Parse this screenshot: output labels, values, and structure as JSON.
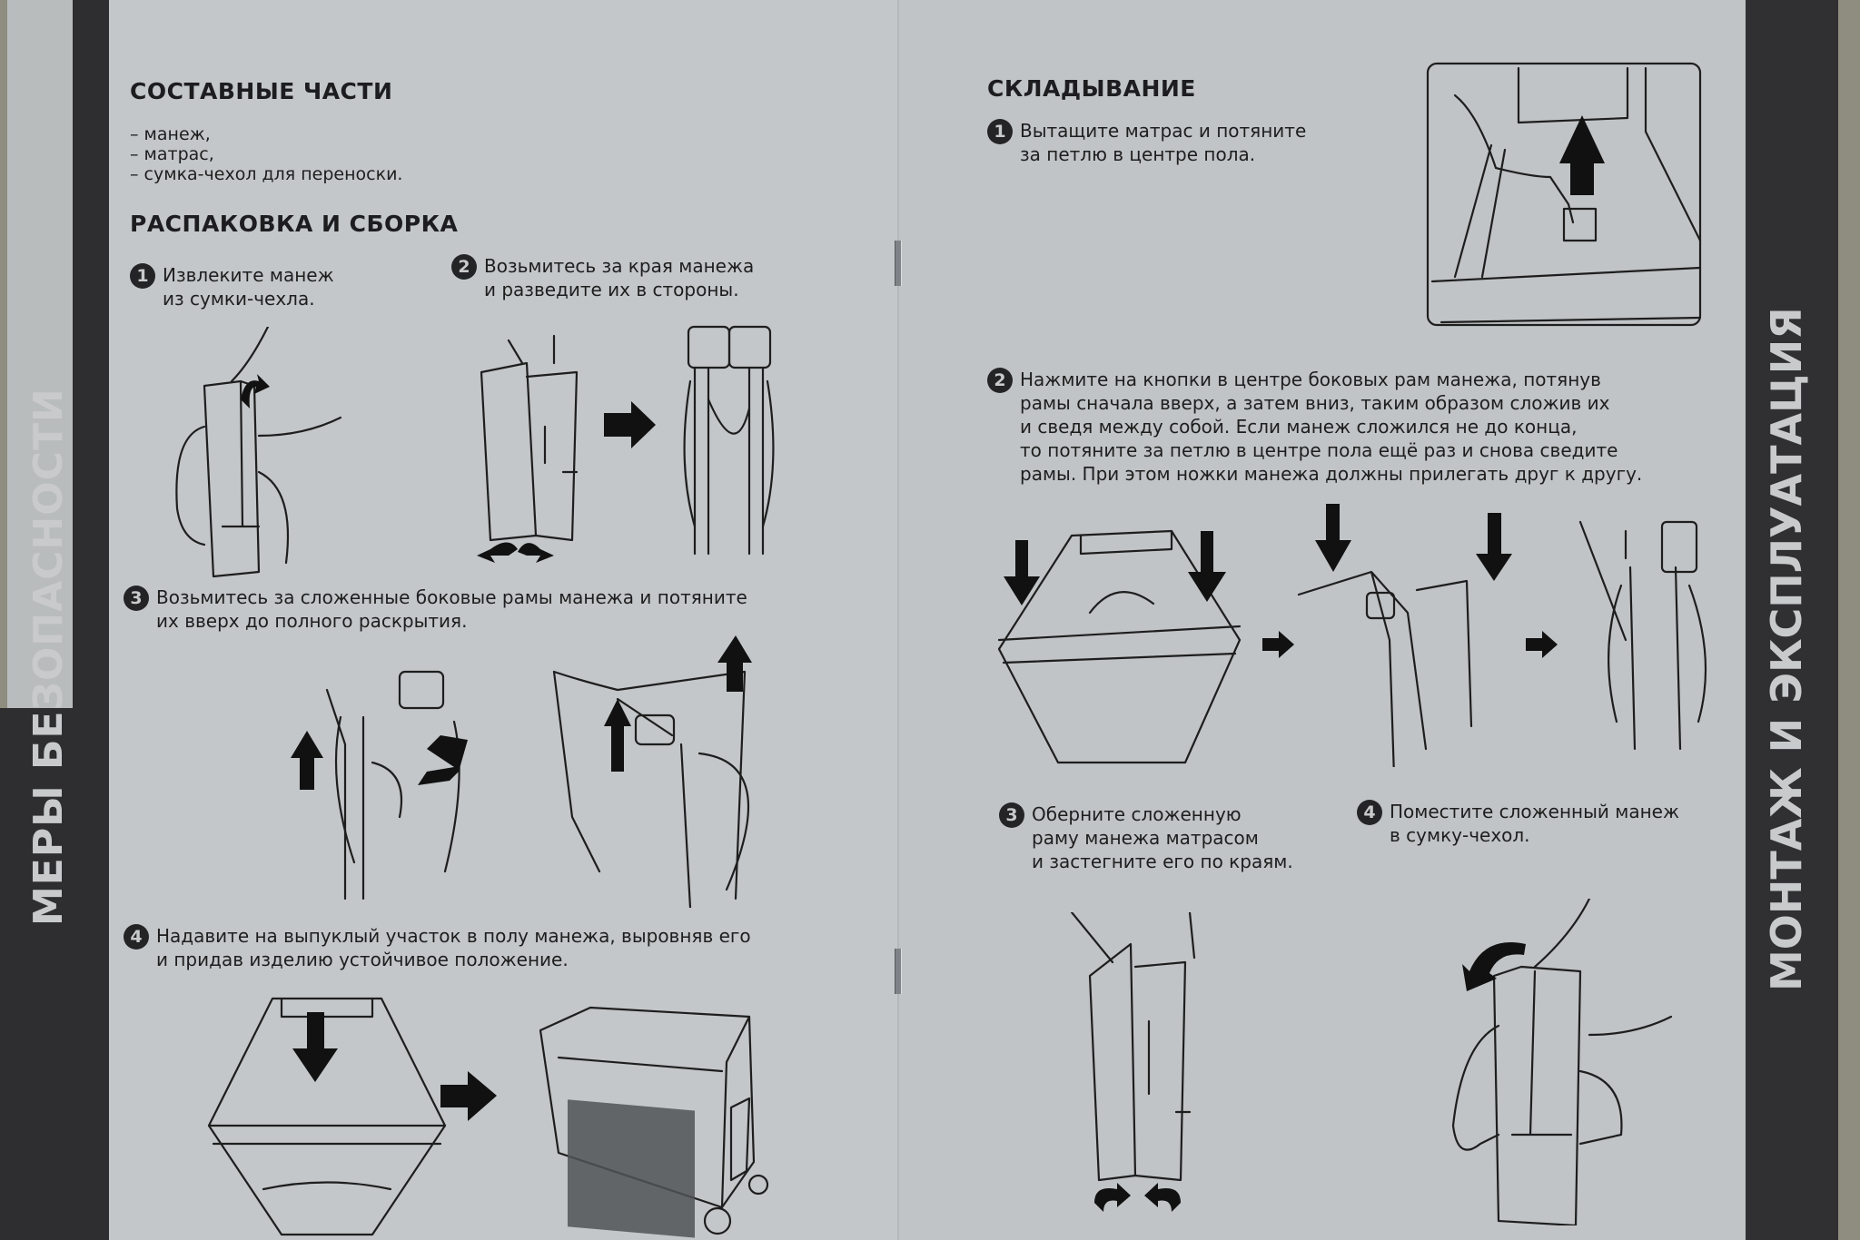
{
  "left_page": {
    "side_label": "МЕРЫ БЕЗОПАСНОСТИ",
    "components": {
      "title": "СОСТАВНЫЕ ЧАСТИ",
      "items": [
        "– манеж,",
        "– матрас,",
        "– сумка-чехол для переноски."
      ]
    },
    "unpacking": {
      "title": "РАСПАКОВКА И СБОРКА",
      "steps": [
        {
          "num": "1",
          "text": "Извлеките манеж\nиз сумки-чехла."
        },
        {
          "num": "2",
          "text": "Возьмитесь за края манежа\nи разведите их в стороны."
        },
        {
          "num": "3",
          "text": "Возьмитесь за сложенные боковые рамы манежа и потяните\nих вверх до полного раскрытия."
        },
        {
          "num": "4",
          "text": "Надавите на выпуклый участок в полу манежа, выровняв его\nи придав изделию устойчивое положение."
        }
      ]
    }
  },
  "right_page": {
    "side_label": "МОНТАЖ И ЭКСПЛУАТАЦИЯ",
    "folding": {
      "title": "СКЛАДЫВАНИЕ",
      "steps": [
        {
          "num": "1",
          "text": "Вытащите матрас и потяните\nза петлю в центре пола."
        },
        {
          "num": "2",
          "text": "Нажмите на кнопки в центре боковых рам манежа, потянув\nрамы сначала вверх, а затем вниз, таким образом сложив их\nи сведя между собой. Если манеж сложился не до конца,\nто потяните за петлю в центре пола ещё раз и снова сведите\nрамы. При этом ножки манежа должны прилегать друг к другу."
        },
        {
          "num": "3",
          "text": "Оберните сложенную\nраму манежа матрасом\nи застегните его по краям."
        },
        {
          "num": "4",
          "text": "Поместите сложенный манеж\nв сумку-чехол."
        }
      ]
    }
  },
  "colors": {
    "paper": "#c3c7c9",
    "band": "#2e2e31",
    "ink": "#1e1e1e"
  }
}
